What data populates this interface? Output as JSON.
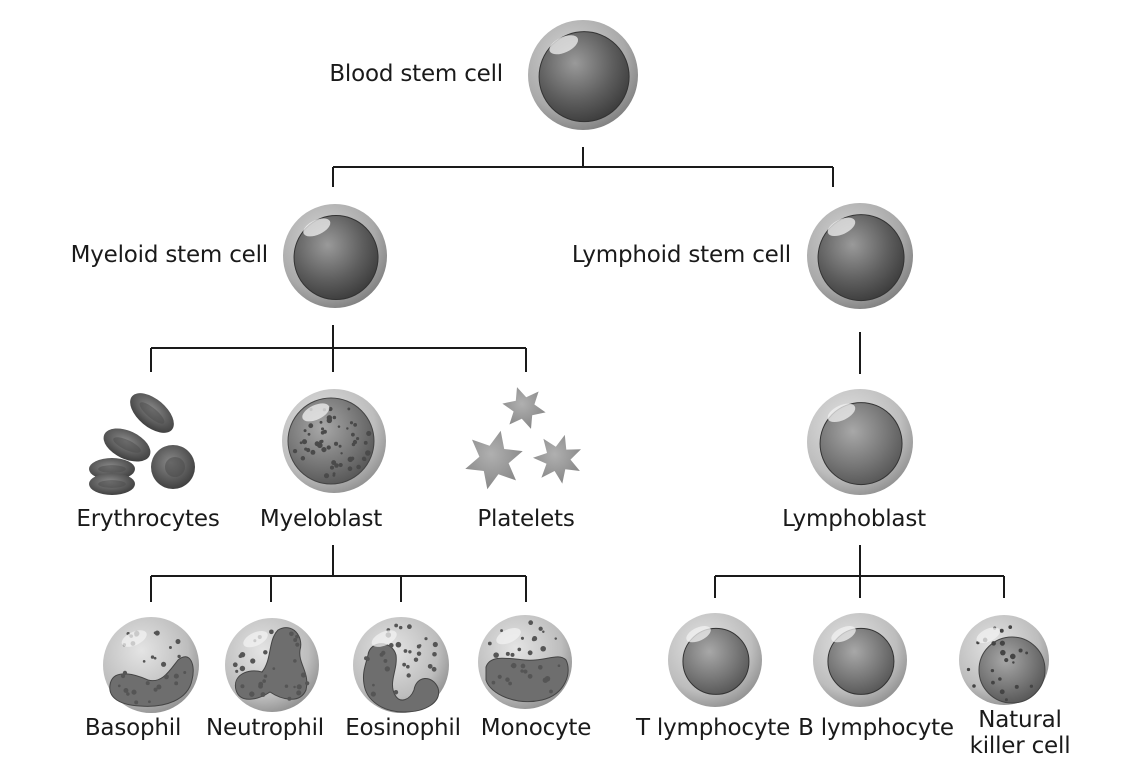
{
  "diagram": {
    "type": "hierarchy",
    "title": "Blood cell differentiation",
    "root": "blood_stem",
    "nodes": {
      "blood_stem": {
        "label": "Blood stem cell",
        "icon": "stem-cell-icon",
        "children": [
          "myeloid_stem",
          "lymphoid_stem"
        ]
      },
      "myeloid_stem": {
        "label": "Myeloid stem cell",
        "icon": "stem-cell-icon",
        "children": [
          "erythrocytes",
          "myeloblast",
          "platelets"
        ]
      },
      "lymphoid_stem": {
        "label": "Lymphoid stem cell",
        "icon": "stem-cell-icon",
        "children": [
          "lymphoblast"
        ]
      },
      "erythrocytes": {
        "label": "Erythrocytes",
        "icon": "red-blood-cells-icon",
        "children": []
      },
      "myeloblast": {
        "label": "Myeloblast",
        "icon": "granular-cell-icon",
        "children": [
          "basophil",
          "neutrophil",
          "eosinophil",
          "monocyte"
        ]
      },
      "platelets": {
        "label": "Platelets",
        "icon": "platelets-icon",
        "children": []
      },
      "lymphoblast": {
        "label": "Lymphoblast",
        "icon": "lymphoblast-icon",
        "children": [
          "t_lymphocyte",
          "b_lymphocyte",
          "nk_cell"
        ]
      },
      "basophil": {
        "label": "Basophil",
        "icon": "basophil-icon",
        "children": []
      },
      "neutrophil": {
        "label": "Neutrophil",
        "icon": "neutrophil-icon",
        "children": []
      },
      "eosinophil": {
        "label": "Eosinophil",
        "icon": "eosinophil-icon",
        "children": []
      },
      "monocyte": {
        "label": "Monocyte",
        "icon": "monocyte-icon",
        "children": []
      },
      "t_lymphocyte": {
        "label": "T lymphocyte",
        "icon": "lymphocyte-icon",
        "children": []
      },
      "b_lymphocyte": {
        "label": "B lymphocyte",
        "icon": "lymphocyte-icon",
        "children": []
      },
      "nk_cell": {
        "label": "Natural killer cell",
        "label_lines": [
          "Natural",
          "killer cell"
        ],
        "icon": "nk-cell-icon",
        "children": []
      }
    }
  },
  "colors": {
    "line": "#1a1a1a",
    "text": "#1a1a1a",
    "cell_outer": "#a8a8a8",
    "cell_nucleus": "#6a6a6a",
    "dots": "#555555",
    "highlight": "#e8e8e8"
  }
}
